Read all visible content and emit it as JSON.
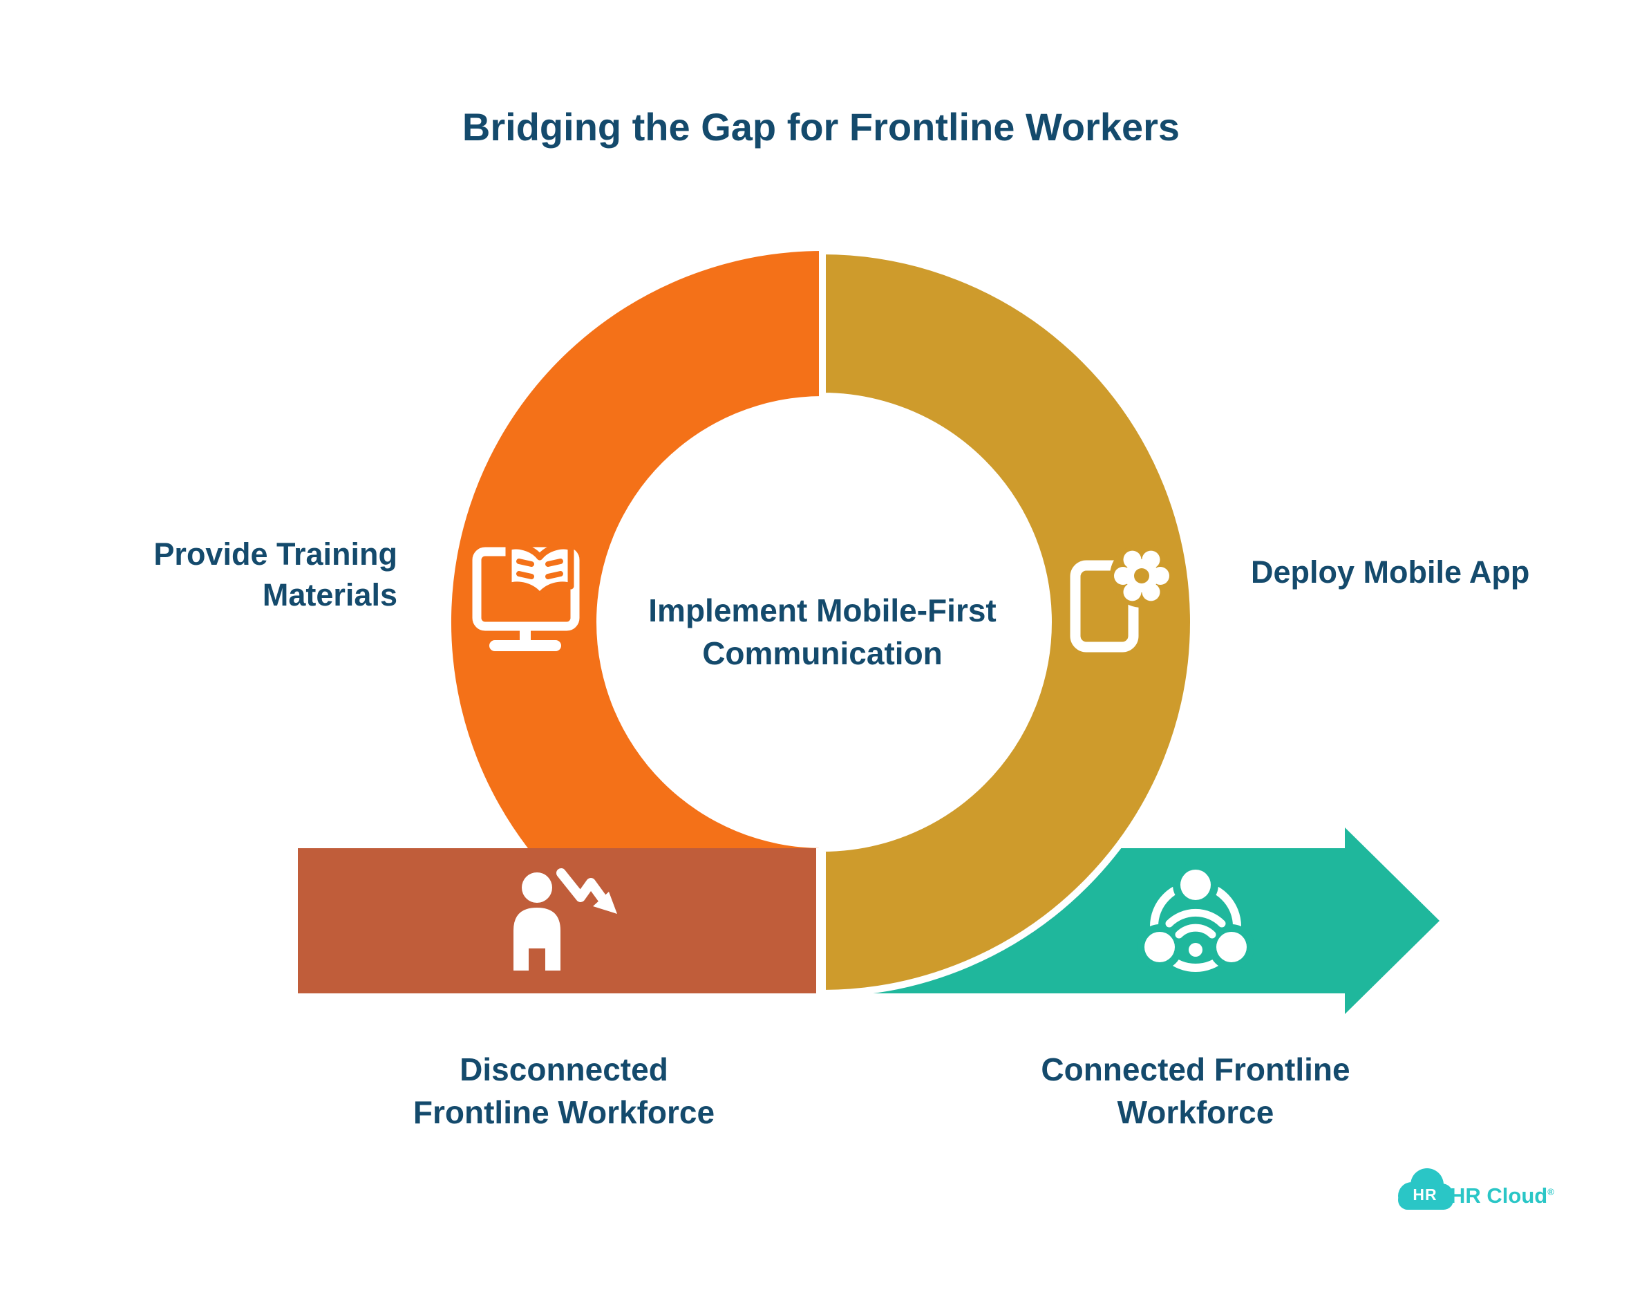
{
  "title": "Bridging the Gap for Frontline Workers",
  "colors": {
    "orange": "#F47118",
    "gold": "#CE9B2C",
    "terracotta": "#C05D3A",
    "teal": "#1FB79C",
    "navy": "#144A6C",
    "logo_teal": "#2AC6C6",
    "icon_white": "#FFFFFF"
  },
  "cycle": {
    "center_line1": "Implement Mobile-First",
    "center_line2": "Communication",
    "steps": [
      {
        "id": "provide-training",
        "label_line1": "Provide Training",
        "label_line2": "Materials",
        "icon": "elearning-monitor-book-icon",
        "segment_color": "#F47118"
      },
      {
        "id": "deploy-mobile-app",
        "label": "Deploy Mobile App",
        "icon": "phone-gear-icon",
        "segment_color": "#CE9B2C"
      }
    ]
  },
  "states": [
    {
      "id": "disconnected",
      "label_line1": "Disconnected",
      "label_line2": "Frontline Workforce",
      "icon": "person-declining-arrow-icon",
      "shape": "bar",
      "color": "#C05D3A"
    },
    {
      "id": "connected",
      "label_line1": "Connected Frontline",
      "label_line2": "Workforce",
      "icon": "network-wifi-share-icon",
      "shape": "arrow-right",
      "color": "#1FB79C"
    }
  ],
  "logo": {
    "badge_text": "HR",
    "name": "HR Cloud",
    "registered_mark": "®"
  }
}
